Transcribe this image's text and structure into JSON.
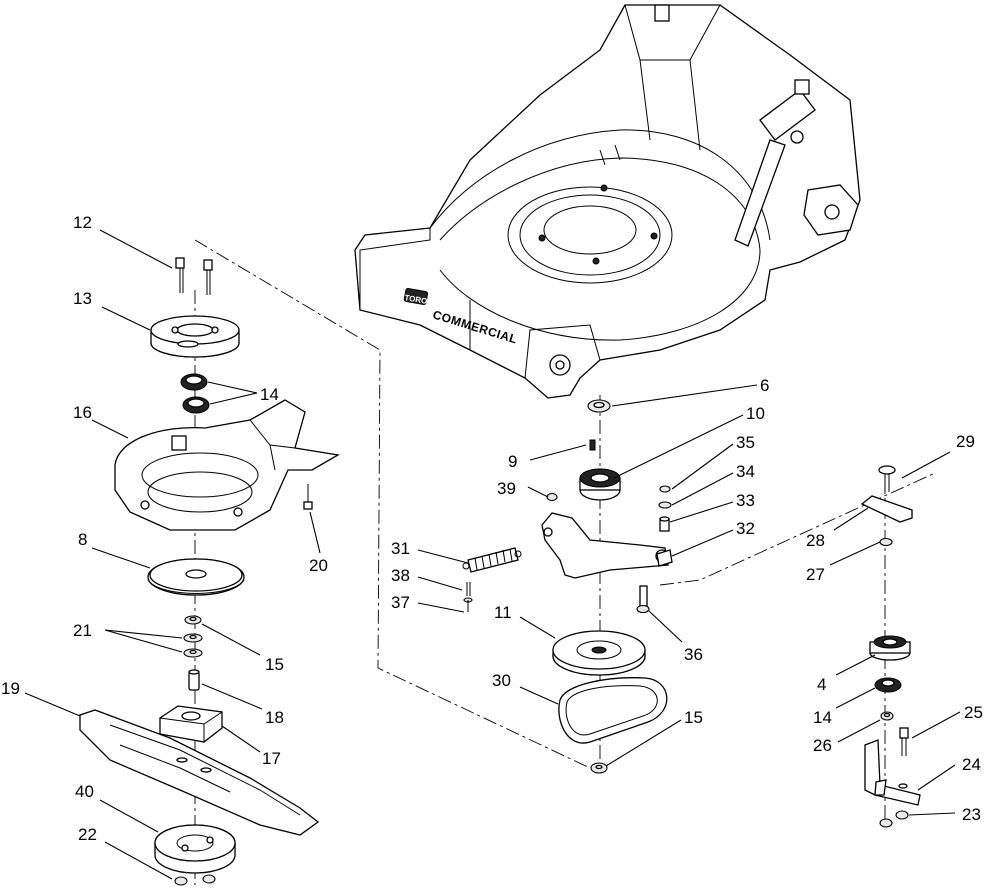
{
  "brand": {
    "logo_text": "TORO",
    "deck_text": "COMMERCIAL"
  },
  "callouts": [
    {
      "id": "c12",
      "text": "12"
    },
    {
      "id": "c13",
      "text": "13"
    },
    {
      "id": "c14a",
      "text": "14"
    },
    {
      "id": "c16",
      "text": "16"
    },
    {
      "id": "c20",
      "text": "20"
    },
    {
      "id": "c8",
      "text": "8"
    },
    {
      "id": "c21",
      "text": "21"
    },
    {
      "id": "c15a",
      "text": "15"
    },
    {
      "id": "c19",
      "text": "19"
    },
    {
      "id": "c18",
      "text": "18"
    },
    {
      "id": "c17",
      "text": "17"
    },
    {
      "id": "c40",
      "text": "40"
    },
    {
      "id": "c22",
      "text": "22"
    },
    {
      "id": "c6",
      "text": "6"
    },
    {
      "id": "c10",
      "text": "10"
    },
    {
      "id": "c9",
      "text": "9"
    },
    {
      "id": "c35",
      "text": "35"
    },
    {
      "id": "c39",
      "text": "39"
    },
    {
      "id": "c34",
      "text": "34"
    },
    {
      "id": "c33",
      "text": "33"
    },
    {
      "id": "c32",
      "text": "32"
    },
    {
      "id": "c31",
      "text": "31"
    },
    {
      "id": "c38",
      "text": "38"
    },
    {
      "id": "c37",
      "text": "37"
    },
    {
      "id": "c11",
      "text": "11"
    },
    {
      "id": "c36",
      "text": "36"
    },
    {
      "id": "c30",
      "text": "30"
    },
    {
      "id": "c15b",
      "text": "15"
    },
    {
      "id": "c29",
      "text": "29"
    },
    {
      "id": "c28",
      "text": "28"
    },
    {
      "id": "c27",
      "text": "27"
    },
    {
      "id": "c4",
      "text": "4"
    },
    {
      "id": "c14b",
      "text": "14"
    },
    {
      "id": "c25",
      "text": "25"
    },
    {
      "id": "c26",
      "text": "26"
    },
    {
      "id": "c24",
      "text": "24"
    },
    {
      "id": "c23",
      "text": "23"
    }
  ]
}
